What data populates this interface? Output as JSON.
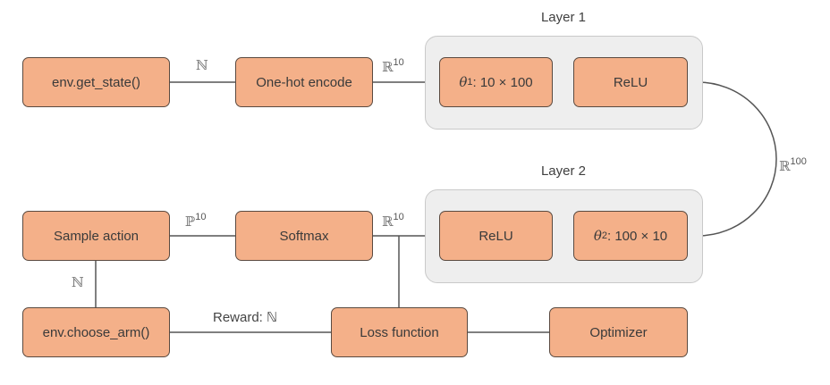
{
  "colors": {
    "node_fill": "#f4b089",
    "node_border": "#5a4a40",
    "group_fill": "#eeeeee",
    "wire": "#555555"
  },
  "groups": {
    "layer1": {
      "label": "Layer 1"
    },
    "layer2": {
      "label": "Layer 2"
    }
  },
  "nodes": {
    "get_state": "env.get_state()",
    "one_hot": "One-hot encode",
    "theta1": {
      "symbol": "θ",
      "sub": "1",
      "text": ": 10 × 100"
    },
    "relu1": "ReLU",
    "relu2": "ReLU",
    "theta2": {
      "symbol": "θ",
      "sub": "2",
      "text": ": 100 × 10"
    },
    "sample_action": "Sample action",
    "softmax": "Softmax",
    "choose_arm": "env.choose_arm()",
    "loss": "Loss function",
    "optimizer": "Optimizer"
  },
  "edges": {
    "state_to_onehot": {
      "base": "ℕ",
      "sup": ""
    },
    "onehot_to_layer1": {
      "base": "ℝ",
      "sup": "10"
    },
    "layer1_to_layer2": {
      "base": "ℝ",
      "sup": "100"
    },
    "layer2_to_softmax": {
      "base": "ℝ",
      "sup": "10"
    },
    "softmax_to_sample": {
      "base": "ℙ",
      "sup": "10"
    },
    "sample_to_choose": {
      "base": "ℕ",
      "sup": ""
    },
    "choose_to_loss": {
      "text": "Reward: ℕ"
    }
  }
}
